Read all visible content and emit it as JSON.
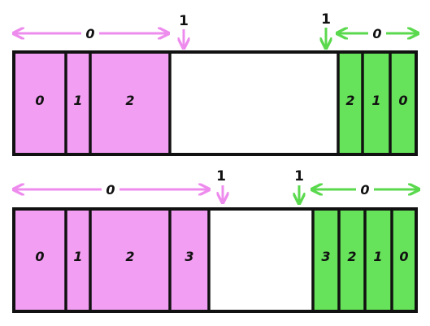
{
  "colors": {
    "left_fill": "#f29ef2",
    "left_arrow": "#ee8cee",
    "right_fill": "#66e35a",
    "right_arrow": "#5bd94e",
    "outline": "#111111",
    "background": "#ffffff"
  },
  "rows": [
    {
      "left_blocks": [
        "0",
        "1",
        "2"
      ],
      "right_blocks": [
        "2",
        "1",
        "0"
      ],
      "left_span_label": "0",
      "right_span_label": "0",
      "left_pointer_label": "1",
      "right_pointer_label": "1"
    },
    {
      "left_blocks": [
        "0",
        "1",
        "2",
        "3"
      ],
      "right_blocks": [
        "3",
        "2",
        "1",
        "0"
      ],
      "left_span_label": "0",
      "right_span_label": "0",
      "left_pointer_label": "1",
      "right_pointer_label": "1"
    }
  ]
}
